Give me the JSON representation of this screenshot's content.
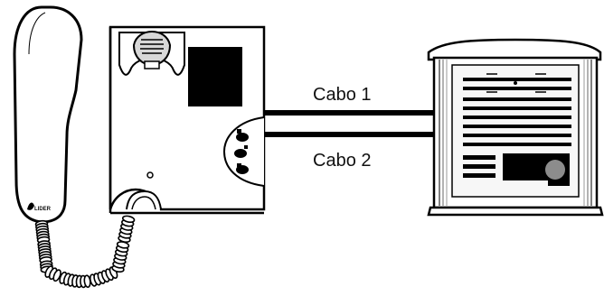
{
  "handset": {
    "brand_label": "LIDER"
  },
  "cables": [
    {
      "label": "Cabo 1"
    },
    {
      "label": "Cabo 2"
    }
  ],
  "colors": {
    "line": "#000000",
    "panel_fill": "#ffffff",
    "plate_fill": "#f2f2f2",
    "camera_lens": "#8c8c8c",
    "screen": "#000000"
  }
}
